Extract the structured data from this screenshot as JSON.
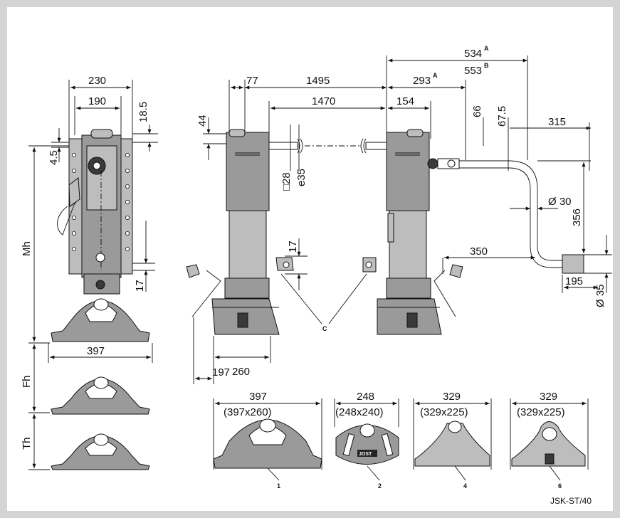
{
  "labels": {
    "front_width_outer": "230",
    "front_width_inner": "190",
    "front_top_offset": "18.5",
    "front_hole_offset": "4.5",
    "front_side_17": "17",
    "front_base_width": "397",
    "mh": "Mh",
    "fh": "Fh",
    "th": "Th",
    "side_77": "77",
    "side_1495": "1495",
    "side_1470": "1470",
    "side_154": "154",
    "side_44": "44",
    "side_sq28": "□28",
    "side_e35": "e35",
    "side_pin_17": "17",
    "side_260": "260",
    "side_197": "197",
    "label_c": "C",
    "dim_534": "534",
    "sup_a1": "A",
    "dim_553": "553",
    "sup_b": "B",
    "dim_293": "293",
    "sup_a2": "A",
    "dim_66": "66",
    "dim_67_5": "67.5",
    "dim_315": "315",
    "dim_d30": "Ø 30",
    "dim_356": "356",
    "dim_350": "350",
    "dim_195": "195",
    "dim_d35": "Ø 35",
    "foot1_w": "397",
    "foot1_size": "(397x260)",
    "foot1_num": "1",
    "foot2_w": "248",
    "foot2_size": "(248x240)",
    "foot2_num": "2",
    "foot2_logo": "JOST",
    "foot4_w": "329",
    "foot4_size": "(329x225)",
    "foot4_num": "4",
    "foot6_w": "329",
    "foot6_size": "(329x225)",
    "foot6_num": "6",
    "ref_code": "JSK-ST/40"
  },
  "colors": {
    "frame_border": "#d4d4d4",
    "paper": "#ffffff",
    "metal": "#9a9a9a",
    "metal_light": "#bdbdbd",
    "dark": "#3a3a3a",
    "ink": "#111111"
  }
}
